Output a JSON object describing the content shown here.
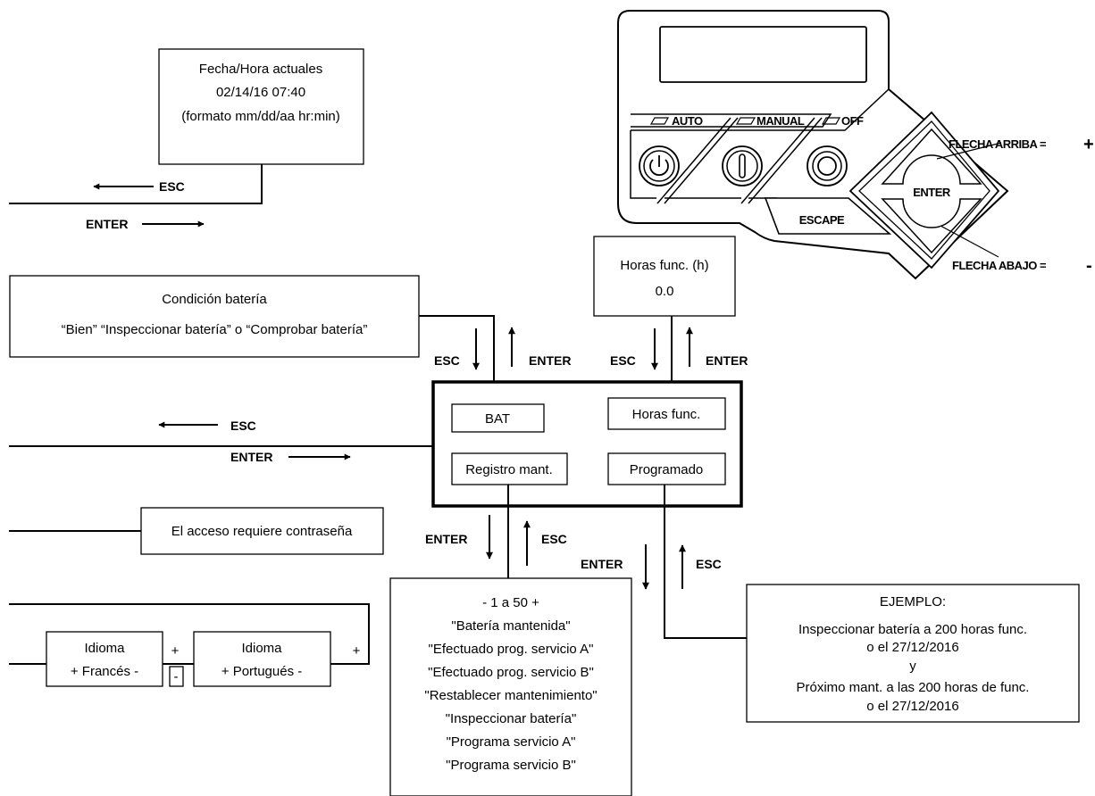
{
  "fecha_box": {
    "line1": "Fecha/Hora actuales",
    "line2": "02/14/16  07:40",
    "line3": "(formato mm/dd/aa hr:min)"
  },
  "nav_top": {
    "esc": "ESC",
    "enter": "ENTER"
  },
  "bateria_box": {
    "line1": "Condición batería",
    "line2": "“Bien” “Inspeccionar batería” o “Comprobar batería”"
  },
  "bateria_arrows": {
    "esc": "ESC",
    "enter": "ENTER"
  },
  "horas_box": {
    "line1": "Horas func. (h)",
    "line2": "0.0"
  },
  "horas_arrows": {
    "esc": "ESC",
    "enter": "ENTER"
  },
  "main_menu": {
    "bat": "BAT",
    "horas": "Horas func.",
    "registro": "Registro mant.",
    "programado": "Programado"
  },
  "nav_mid": {
    "esc": "ESC",
    "enter": "ENTER"
  },
  "password_box": {
    "label": "El acceso requiere contraseña"
  },
  "idioma1": {
    "line1": "Idioma",
    "line2": "+  Francés  -"
  },
  "idioma2": {
    "line1": "Idioma",
    "line2": "+  Portugués  -"
  },
  "idioma_signs": {
    "plus1": "+",
    "minus1": "-",
    "plus2": "+"
  },
  "registro_arrows": {
    "enter": "ENTER",
    "esc": "ESC"
  },
  "registro_list": {
    "items": [
      "-  1 a 50  +",
      "\"Batería mantenida\"",
      "\"Efectuado prog. servicio A\"",
      "\"Efectuado prog. servicio B\"",
      "\"Restablecer mantenimiento\"",
      "\"Inspeccionar batería\"",
      "\"Programa servicio A\"",
      "\"Programa servicio B\""
    ]
  },
  "programado_arrows": {
    "enter": "ENTER",
    "esc": "ESC"
  },
  "ejemplo_box": {
    "lines": [
      "EJEMPLO:",
      "Inspeccionar batería a 200 horas func.",
      "o el 27/12/2016",
      "y",
      "Próximo mant. a las 200 horas de func.",
      "o el 27/12/2016"
    ]
  },
  "panel": {
    "auto": "AUTO",
    "manual": "MANUAL",
    "off": "OFF",
    "enter": "ENTER",
    "escape": "ESCAPE",
    "flecha_arriba": "FLECHA ARRIBA =",
    "flecha_abajo": "FLECHA ABAJO =",
    "plus": "+",
    "minus": "-"
  }
}
